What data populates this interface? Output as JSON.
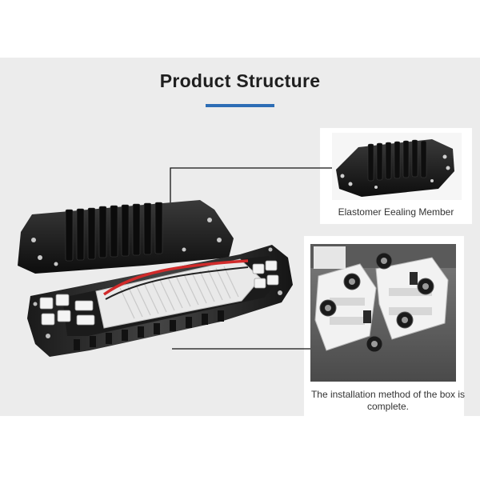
{
  "heading": {
    "title": "Product Structure",
    "accent_color": "#2d6db5"
  },
  "callouts": [
    {
      "label": "Elastomer Eealing Member"
    },
    {
      "label": "The installation method of the box is complete."
    }
  ],
  "illustrations": {
    "main": "fiber-optic-splice-closure-opened",
    "detail_top": "closed-enclosure-with-cable-ports",
    "detail_bottom": "cable-clamp-and-seal-close-up"
  }
}
